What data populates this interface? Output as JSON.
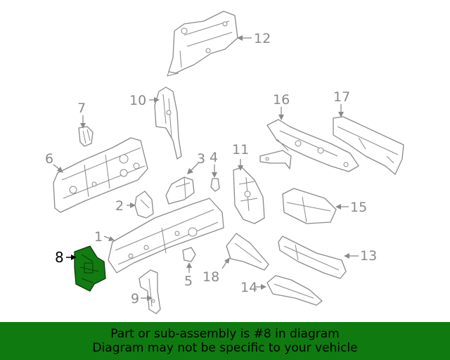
{
  "callouts": {
    "c1": "1",
    "c2": "2",
    "c3": "3",
    "c4": "4",
    "c5": "5",
    "c6": "6",
    "c7": "7",
    "c8": "8",
    "c9": "9",
    "c10": "10",
    "c11": "11",
    "c12": "12",
    "c13": "13",
    "c14": "14",
    "c15": "15",
    "c16": "16",
    "c17": "17",
    "c18": "18"
  },
  "highlighted_part": "8",
  "colors": {
    "highlight": "#127c12",
    "banner": "#0f7a10",
    "linework": "#8a8a8a"
  },
  "banner": {
    "line1": "Part or sub-assembly is #8 in diagram",
    "line2": "Diagram may not be specific to your vehicle"
  }
}
